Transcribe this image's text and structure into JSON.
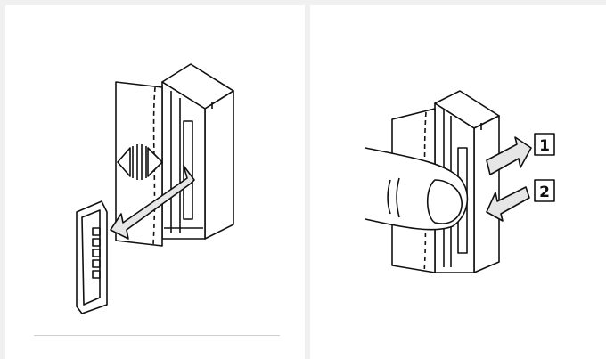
{
  "figure": {
    "left_panel": {
      "name": "remove-memory-card",
      "icon": "memory-card-eject-icon"
    },
    "right_panel": {
      "name": "insert-card-with-finger",
      "steps": [
        {
          "label": "1",
          "direction": "push-in"
        },
        {
          "label": "2",
          "direction": "pull-out"
        }
      ]
    }
  },
  "colors": {
    "line": "#111111",
    "arrow_fill": "#e6e6e6",
    "frame": "#f0f0f0"
  }
}
